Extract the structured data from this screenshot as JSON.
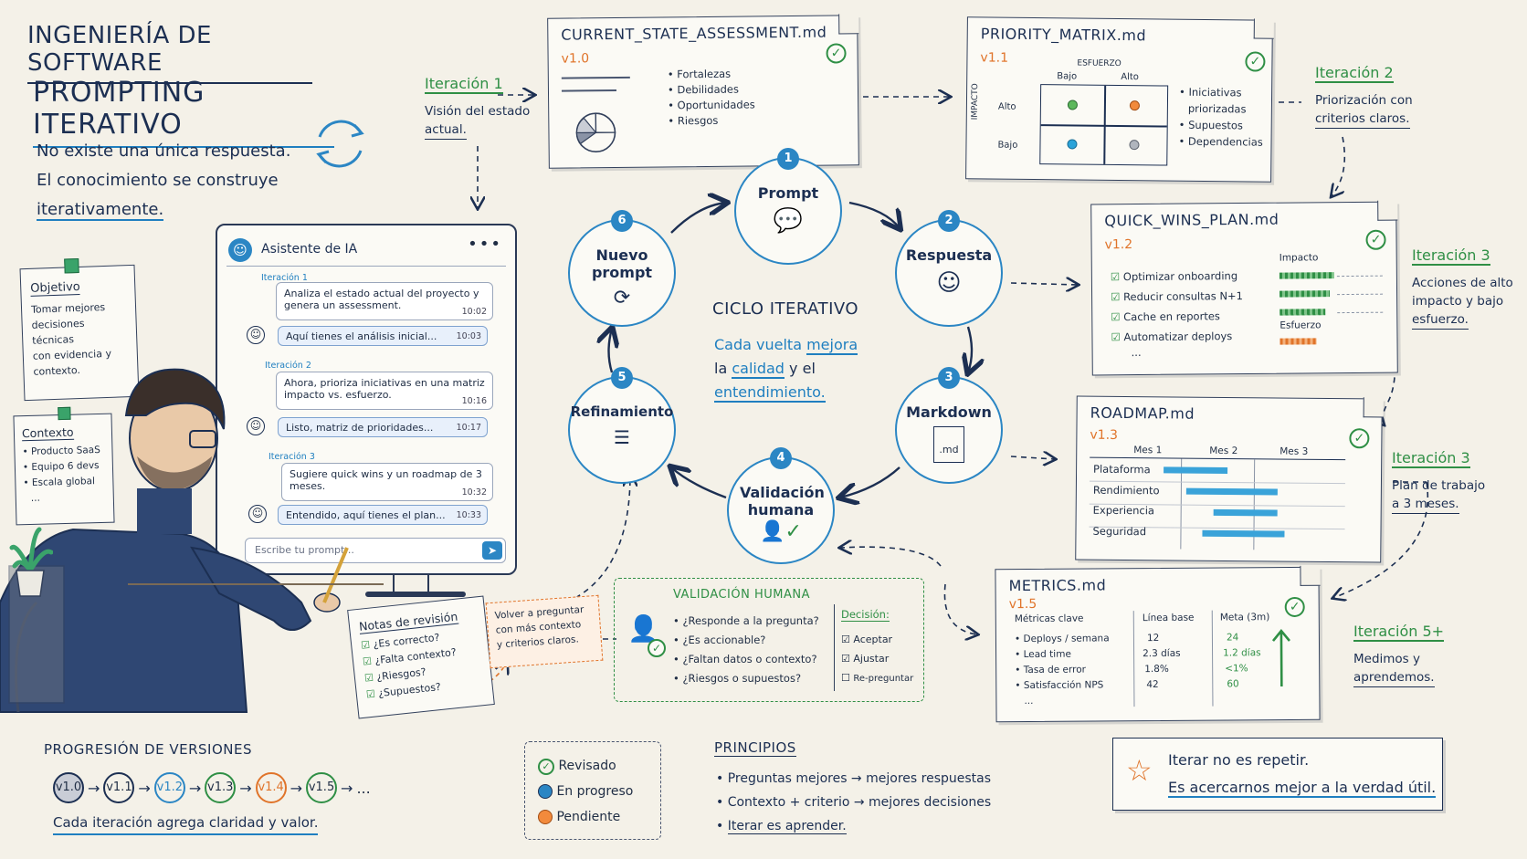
{
  "header": {
    "title": "INGENIERÍA DE SOFTWARE",
    "subtitle": "PROMPTING ITERATIVO",
    "intro_line1": "No existe una única respuesta.",
    "intro_line2": "El conocimiento se construye",
    "intro_line3": "iterativamente."
  },
  "iterations": {
    "it1_label": "Iteración 1",
    "it1_desc1": "Visión del estado",
    "it1_desc2": "actual.",
    "it2_label": "Iteración 2",
    "it2_desc1": "Priorización con",
    "it2_desc2": "criterios claros.",
    "it3a_label": "Iteración 3",
    "it3a_desc1": "Acciones de alto",
    "it3a_desc2": "impacto y bajo",
    "it3a_desc3": "esfuerzo.",
    "it3b_label": "Iteración 3",
    "it3b_desc1": "Plan de trabajo",
    "it3b_desc2": "a 3 meses.",
    "it5_label": "Iteración 5+",
    "it5_desc1": "Medimos y",
    "it5_desc2": "aprendemos."
  },
  "assessment": {
    "file": "CURRENT_STATE_ASSESSMENT.md",
    "version": "v1.0",
    "items": [
      "Fortalezas",
      "Debilidades",
      "Oportunidades",
      "Riesgos"
    ]
  },
  "priority": {
    "file": "PRIORITY_MATRIX.md",
    "version": "v1.1",
    "effort_label": "ESFUERZO",
    "impact_label": "IMPACTO",
    "low": "Bajo",
    "high": "Alto",
    "row_high": "Alto",
    "row_low": "Bajo",
    "items": [
      "Iniciativas",
      "priorizadas",
      "Supuestos",
      "Dependencias"
    ]
  },
  "quickwins": {
    "file": "QUICK_WINS_PLAN.md",
    "version": "v1.2",
    "items": [
      "Optimizar onboarding",
      "Reducir consultas N+1",
      "Cache en reportes",
      "Automatizar deploys"
    ],
    "more": "...",
    "impact_label": "Impacto",
    "effort_label": "Esfuerzo"
  },
  "roadmap": {
    "file": "ROADMAP.md",
    "version": "v1.3",
    "months": [
      "Mes 1",
      "Mes 2",
      "Mes 3"
    ],
    "rows": [
      "Plataforma",
      "Rendimiento",
      "Experiencia",
      "Seguridad"
    ]
  },
  "metrics": {
    "file": "METRICS.md",
    "version": "v1.5",
    "col_metric": "Métricas clave",
    "col_base": "Línea base",
    "col_goal": "Meta (3m)",
    "rows": [
      {
        "name": "Deploys / semana",
        "base": "12",
        "goal": "24"
      },
      {
        "name": "Lead time",
        "base": "2.3 días",
        "goal": "1.2 días"
      },
      {
        "name": "Tasa de error",
        "base": "1.8%",
        "goal": "<1%"
      },
      {
        "name": "Satisfacción NPS",
        "base": "42",
        "goal": "60"
      }
    ],
    "more": "..."
  },
  "cycle": {
    "title": "CICLO ITERATIVO",
    "desc_a": "Cada vuelta",
    "desc_b": "mejora",
    "desc_c": "la",
    "desc_d": "calidad",
    "desc_e": "y el",
    "desc_f": "entendimiento.",
    "nodes": [
      {
        "num": "1",
        "label": "Prompt"
      },
      {
        "num": "2",
        "label": "Respuesta"
      },
      {
        "num": "3",
        "label": "Markdown"
      },
      {
        "num": "4",
        "label": "Validación humana"
      },
      {
        "num": "5",
        "label": "Refinamiento"
      },
      {
        "num": "6",
        "label": "Nuevo prompt"
      }
    ],
    "md_label": ".md"
  },
  "assistant": {
    "title": "Asistente de IA",
    "input_placeholder": "Escribe tu prompt...",
    "it1": "Iteración 1",
    "it2": "Iteración 2",
    "it3": "Iteración 3",
    "msgs": [
      {
        "text": "Analiza el estado actual del proyecto y genera un assessment.",
        "time": "10:02"
      },
      {
        "text": "Aquí tienes el análisis inicial...",
        "time": "10:03"
      },
      {
        "text": "Ahora, prioriza iniciativas en una matriz impacto vs. esfuerzo.",
        "time": "10:16"
      },
      {
        "text": "Listo, matriz de prioridades...",
        "time": "10:17"
      },
      {
        "text": "Sugiere quick wins y un roadmap de 3 meses.",
        "time": "10:32"
      },
      {
        "text": "Entendido, aquí tienes el plan...",
        "time": "10:33"
      }
    ]
  },
  "objective": {
    "title": "Objetivo",
    "lines": [
      "Tomar mejores",
      "decisiones técnicas",
      "con evidencia y",
      "contexto."
    ]
  },
  "context": {
    "title": "Contexto",
    "items": [
      "Producto SaaS",
      "Equipo 6 devs",
      "Escala global"
    ],
    "more": "..."
  },
  "notes": {
    "title": "Notas de revisión",
    "items": [
      "¿Es correcto?",
      "¿Falta contexto?",
      "¿Riesgos?",
      "¿Supuestos?"
    ]
  },
  "backnote": {
    "lines": [
      "Volver a preguntar",
      "con más contexto",
      "y criterios claros."
    ]
  },
  "validation": {
    "title": "VALIDACIÓN HUMANA",
    "questions": [
      "¿Responde a la pregunta?",
      "¿Es accionable?",
      "¿Faltan datos o contexto?",
      "¿Riesgos o supuestos?"
    ],
    "decision_label": "Decisión:",
    "decisions": [
      "Aceptar",
      "Ajustar",
      "Re-preguntar"
    ]
  },
  "progression": {
    "title": "PROGRESIÓN DE VERSIONES",
    "versions": [
      "v1.0",
      "v1.1",
      "v1.2",
      "v1.3",
      "v1.4",
      "v1.5"
    ],
    "ellipsis": "...",
    "caption": "Cada iteración agrega claridad y valor."
  },
  "legend": {
    "reviewed": "Revisado",
    "progress": "En progreso",
    "pending": "Pendiente"
  },
  "principles": {
    "title": "PRINCIPIOS",
    "items": [
      "Preguntas mejores → mejores respuestas",
      "Contexto + criterio → mejores decisiones",
      "Iterar es aprender."
    ]
  },
  "quote": {
    "line1": "Iterar no es repetir.",
    "line2": "Es acercarnos mejor a la verdad útil."
  },
  "colors": {
    "navy": "#1c2f52",
    "blue": "#2b86c4",
    "green": "#2f8f45",
    "orange": "#e0742a"
  }
}
